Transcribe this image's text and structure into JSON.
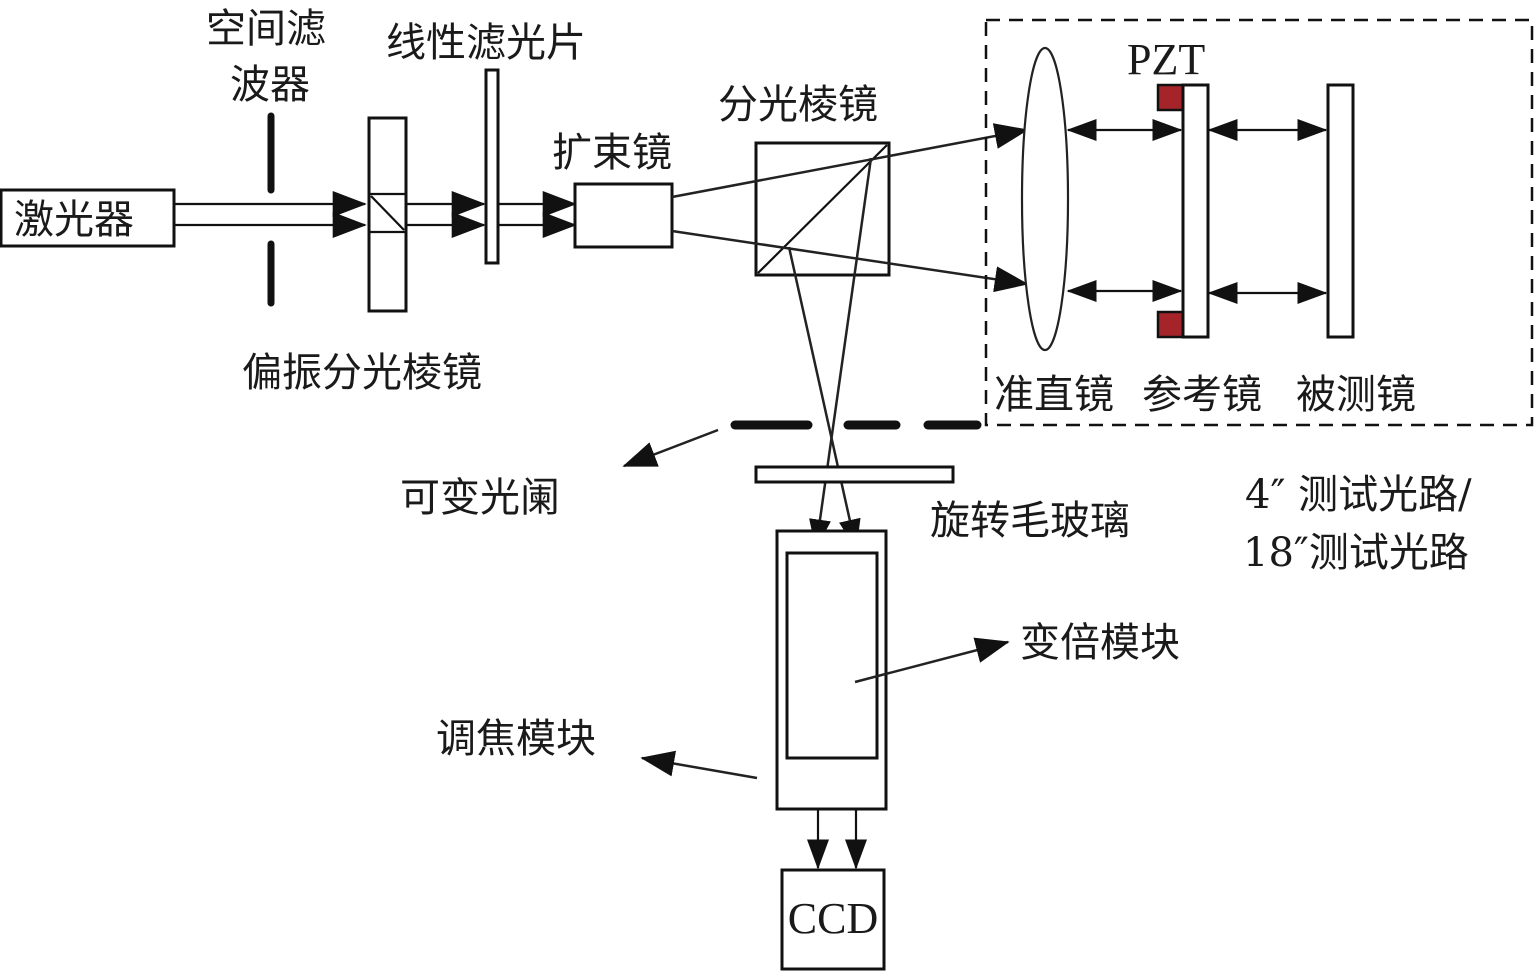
{
  "title": "干涉测试光路示意图",
  "colors": {
    "line": "#111111",
    "pzt": "#a5242a",
    "background": "#ffffff"
  },
  "labels": {
    "laser": "激光器",
    "spatial_filter_line1": "空间滤",
    "spatial_filter_line2": "波器",
    "linear_filter": "线性滤光片",
    "beam_expander": "扩束镜",
    "beam_splitter_prism": "分光棱镜",
    "polarizing_bs": "偏振分光棱镜",
    "pzt": "PZT",
    "collimator": "准直镜",
    "reference_mirror": "参考镜",
    "test_mirror": "被测镜",
    "variable_aperture": "可变光阑",
    "rotating_ground_glass": "旋转毛玻璃",
    "test_path_line1": "4″ 测试光路/",
    "test_path_line2": "18″测试光路",
    "zoom_module": "变倍模块",
    "focus_module": "调焦模块",
    "ccd": "CCD"
  },
  "components": [
    {
      "id": "laser",
      "type": "source"
    },
    {
      "id": "spatial_filter",
      "type": "aperture"
    },
    {
      "id": "polarizing_bs",
      "type": "prism"
    },
    {
      "id": "linear_filter",
      "type": "filter"
    },
    {
      "id": "beam_expander",
      "type": "lens-group"
    },
    {
      "id": "beam_splitter_prism",
      "type": "prism"
    },
    {
      "id": "collimator",
      "type": "lens"
    },
    {
      "id": "reference_mirror",
      "type": "mirror",
      "actuator": "PZT"
    },
    {
      "id": "test_mirror",
      "type": "mirror"
    },
    {
      "id": "variable_aperture",
      "type": "aperture"
    },
    {
      "id": "rotating_ground_glass",
      "type": "diffuser"
    },
    {
      "id": "zoom_module",
      "type": "optics"
    },
    {
      "id": "focus_module",
      "type": "optics"
    },
    {
      "id": "ccd",
      "type": "detector"
    }
  ],
  "test_path_group": [
    "collimator",
    "reference_mirror",
    "test_mirror"
  ]
}
